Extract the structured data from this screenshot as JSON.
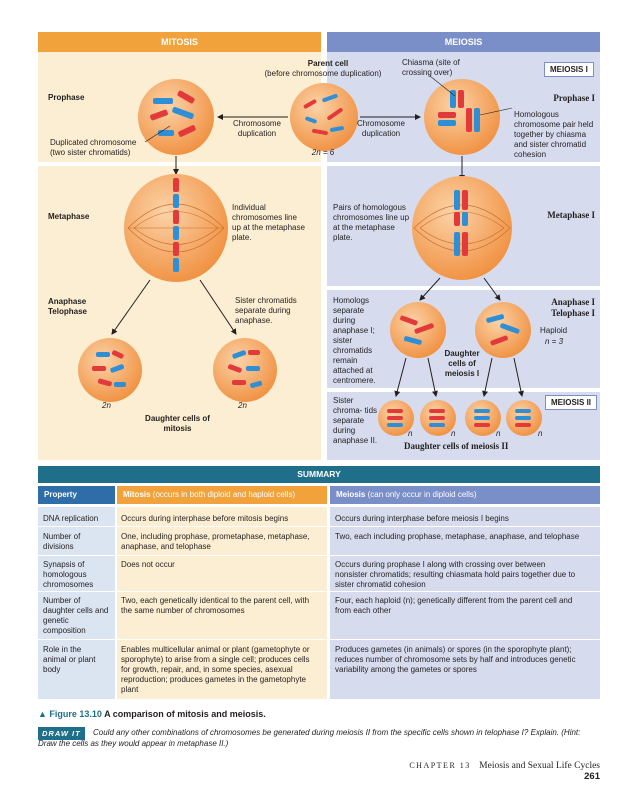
{
  "header": {
    "mitosis": "MITOSIS",
    "meiosis": "MEIOSIS"
  },
  "tags": {
    "meiosis1": "MEIOSIS I",
    "meiosis2": "MEIOSIS II"
  },
  "parent": {
    "title": "Parent cell",
    "subtitle": "(before chromosome duplication)",
    "ploidy": "2n = 6"
  },
  "chiasma": "Chiasma (site of crossing over)",
  "duplication": {
    "left": "Chromosome duplication",
    "right": "Chromosome duplication"
  },
  "stages": {
    "prophase": "Prophase",
    "prophase1": "Prophase I",
    "metaphase": "Metaphase",
    "metaphase1": "Metaphase I",
    "anaphase_telophase": "Anaphase Telophase",
    "anaphase1": "Anaphase I",
    "telophase1": "Telophase I"
  },
  "labels": {
    "duplicated_chromosome": "Duplicated chromosome (two sister chromatids)",
    "homologous_pair": "Homologous chromosome pair held together by chiasma and sister chromatid cohesion",
    "individual_chromosomes": "Individual chromosomes line up at the metaphase plate.",
    "pairs_homologous": "Pairs of homologous chromosomes line up at the metaphase plate.",
    "sister_separate": "Sister chromatids separate during anaphase.",
    "homologs_separate": "Homologs separate during anaphase I; sister chromatids remain attached at centromere.",
    "haploid": "Haploid",
    "haploid_n": "n = 3",
    "daughter_meiosis1": "Daughter cells of meiosis I",
    "two_n_left": "2n",
    "two_n_right": "2n",
    "daughter_mitosis": "Daughter cells of mitosis",
    "sister_chromatids_sep2": "Sister chroma- tids separate during anaphase II.",
    "daughter_meiosis2": "Daughter cells of meiosis II",
    "n1": "n",
    "n2": "n",
    "n3": "n",
    "n4": "n"
  },
  "summary": {
    "title": "SUMMARY",
    "columns": {
      "property": "Property",
      "mitosis_title": "Mitosis",
      "mitosis_note": "(occurs in both diploid and haploid cells)",
      "meiosis_title": "Meiosis",
      "meiosis_note": "(can only occur in diploid cells)"
    },
    "rows": [
      {
        "property": "DNA replication",
        "mitosis": "Occurs during interphase before mitosis begins",
        "meiosis": "Occurs during interphase before meiosis I begins"
      },
      {
        "property": "Number of divisions",
        "mitosis": "One, including prophase, prometaphase, metaphase, anaphase, and telophase",
        "meiosis": "Two, each including prophase, metaphase, anaphase, and telophase"
      },
      {
        "property": "Synapsis of homologous chromosomes",
        "mitosis": "Does not occur",
        "meiosis": "Occurs during prophase I along with crossing over between nonsister chromatids; resulting chiasmata hold pairs together due to sister chromatid cohesion"
      },
      {
        "property": "Number of daughter cells and genetic composition",
        "mitosis": "Two, each genetically identical to the parent cell, with the same number of chromosomes",
        "meiosis": "Four, each haploid (n); genetically different from the parent cell and from each other"
      },
      {
        "property": "Role in the animal or plant body",
        "mitosis": "Enables multicellular animal or plant (gametophyte or sporophyte) to arise from a single cell; produces cells for growth, repair, and, in some species, asexual reproduction; produces gametes in the gametophyte plant",
        "meiosis": "Produces gametes (in animals) or spores (in the sporophyte plant); reduces number of chromosome sets by half and introduces genetic variability among the gametes or spores"
      }
    ]
  },
  "caption": {
    "figure": "▲ Figure 13.10",
    "text": "A comparison of mitosis and meiosis."
  },
  "drawit": {
    "tag": "DRAW IT",
    "text": "Could any other combinations of chromosomes be generated during meiosis II from the specific cells shown in telophase I? Explain. (Hint: Draw the cells as they would appear in metaphase II.)"
  },
  "footer": {
    "chapter": "CHAPTER 13",
    "title": "Meiosis and Sexual Life Cycles",
    "page": "261"
  },
  "colors": {
    "mitosis": "#f2a23a",
    "meiosis": "#7a8ec8",
    "summary": "#1f6f8b",
    "red": "#e23a3a",
    "blue": "#2f8fd6",
    "cell": "#f6a35e"
  }
}
